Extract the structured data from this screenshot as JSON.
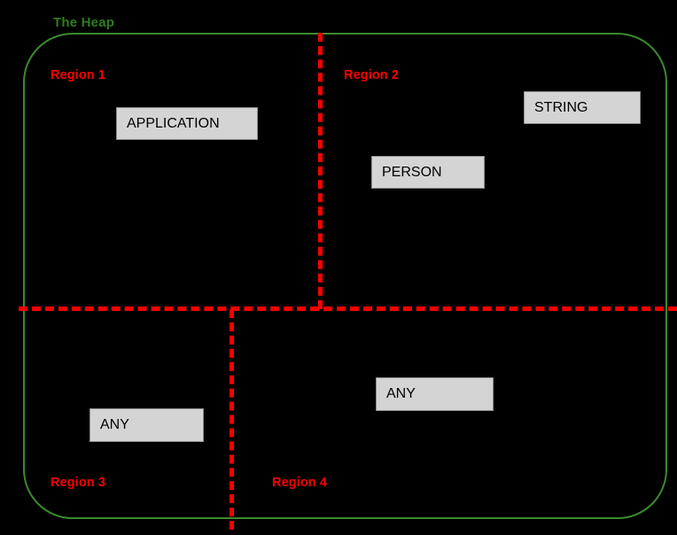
{
  "diagram": {
    "title": "The Heap",
    "background_color": "#000000",
    "boundary_color": "#3a8a2e",
    "divider_color": "#ff0000",
    "box_fill_color": "#d4d4d4",
    "box_border_color": "#8c8c8c",
    "title_color": "#2e7d20"
  },
  "regions": [
    {
      "id": "region-1",
      "label": "Region 1"
    },
    {
      "id": "region-2",
      "label": "Region 2"
    },
    {
      "id": "region-3",
      "label": "Region 3"
    },
    {
      "id": "region-4",
      "label": "Region 4"
    }
  ],
  "objects": [
    {
      "id": "application",
      "label": "APPLICATION",
      "region": "Region 1"
    },
    {
      "id": "string",
      "label": "STRING",
      "region": "Region 2"
    },
    {
      "id": "person",
      "label": "PERSON",
      "region": "Region 2"
    },
    {
      "id": "any-r3",
      "label": "ANY",
      "region": "Region 3"
    },
    {
      "id": "any-r4",
      "label": "ANY",
      "region": "Region 4"
    }
  ]
}
